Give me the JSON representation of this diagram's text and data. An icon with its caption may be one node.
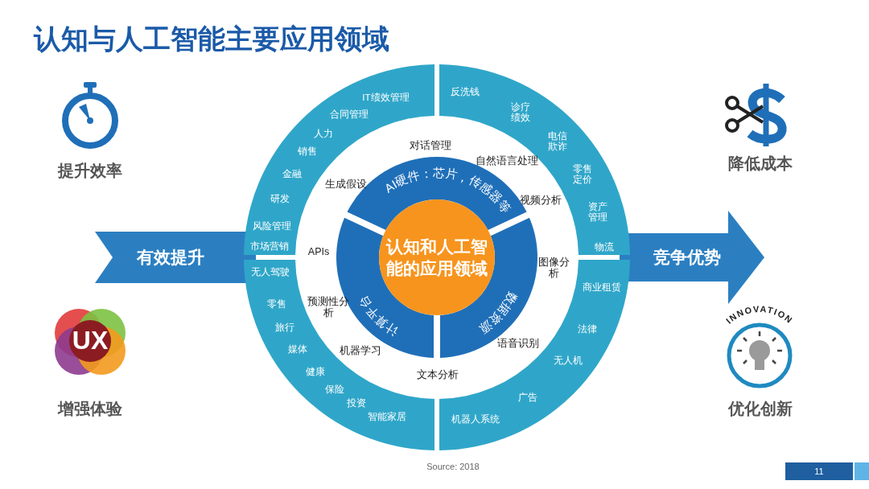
{
  "diagram": {
    "title": "认知与人工智能主要**应用领域**",
    "nodes": [
      {
        "text": [
          "认知和人工智能的应用领域"
        ]
      },
      {
        "text": [
          "AI硬件：芯片，传感器等"
        ]
      },
      {
        "text": [
          "数据资源"
        ]
      },
      {
        "text": [
          "计算平台"
        ]
      },
      {
        "text": [
          "IT绩效管理",
          "合同管理",
          "人力",
          "销售",
          "金融",
          "研发",
          "风险管理",
          "市场营销"
        ]
      },
      {
        "text": [
          "反洗钱",
          "诊疗绩效",
          "电信欺诈",
          "零售定价",
          "资产管理",
          "物流"
        ]
      },
      {
        "text": [
          "无人驾驶",
          "零售",
          "旅行",
          "媒体",
          "健康",
          "保险",
          "投资",
          "智能家居"
        ]
      },
      {
        "text": [
          "商业租赁",
          "法律",
          "无人机",
          "广告",
          "机器人系统"
        ]
      },
      {
        "text": [
          "有效提升"
        ]
      },
      {
        "text": [
          "竞争优势"
        ]
      }
    ],
    "labels": [
      "对话管理",
      "生成假设",
      "自然语言处理",
      "视频分析",
      "APIs",
      "图像分析",
      "预测性分析",
      "机器学习",
      "语音识别",
      "文本分析",
      "提升效率",
      "降低成本",
      "UX",
      "增强体验",
      "INNOVATION",
      "优化创新",
      "Source: 2018",
      "11"
    ]
  }
}
